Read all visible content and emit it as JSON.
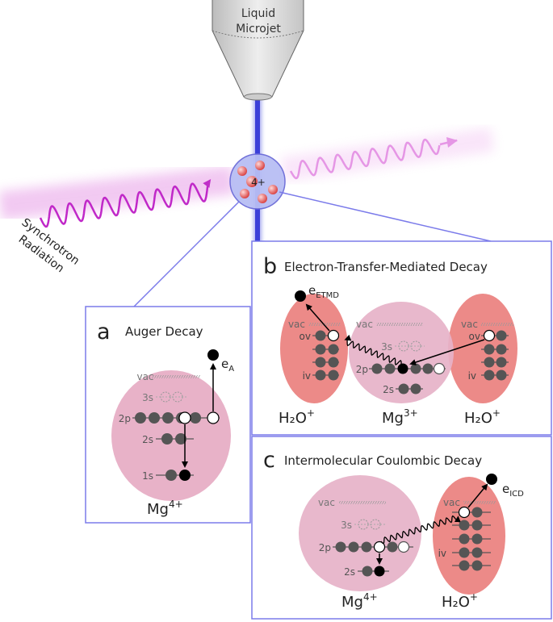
{
  "header": {
    "line1": "Liquid",
    "line2": "Microjet"
  },
  "droplet": {
    "charge": "4+"
  },
  "beam": {
    "line1": "Synchrotron",
    "line2": "Radiation"
  },
  "levels": {
    "vac": "vac",
    "ov": "ov",
    "iv": "iv",
    "s3": "3s",
    "p2": "2p",
    "s2": "2s",
    "s1": "1s"
  },
  "panel_a": {
    "letter": "a",
    "title": "Auger Decay",
    "electron": "e",
    "electron_sub": "A",
    "ion": "Mg",
    "ion_sup": "4+"
  },
  "panel_b": {
    "letter": "b",
    "title": "Electron-Transfer-Mediated Decay",
    "electron": "e",
    "electron_sub": "ETMD",
    "left": "H₂O",
    "left_sup": "+",
    "center": "Mg",
    "center_sup": "3+",
    "right": "H₂O",
    "right_sup": "+"
  },
  "panel_c": {
    "letter": "c",
    "title": "Intermolecular Coulombic Decay",
    "electron": "e",
    "electron_sub": "ICD",
    "left": "Mg",
    "left_sup": "4+",
    "right": "H₂O",
    "right_sup": "+"
  },
  "colors": {
    "frame": "#7b7bea",
    "mg": "#e8b2c8",
    "water": "#ec8a88",
    "dot": "#555555",
    "beam": "#cc33cc"
  }
}
